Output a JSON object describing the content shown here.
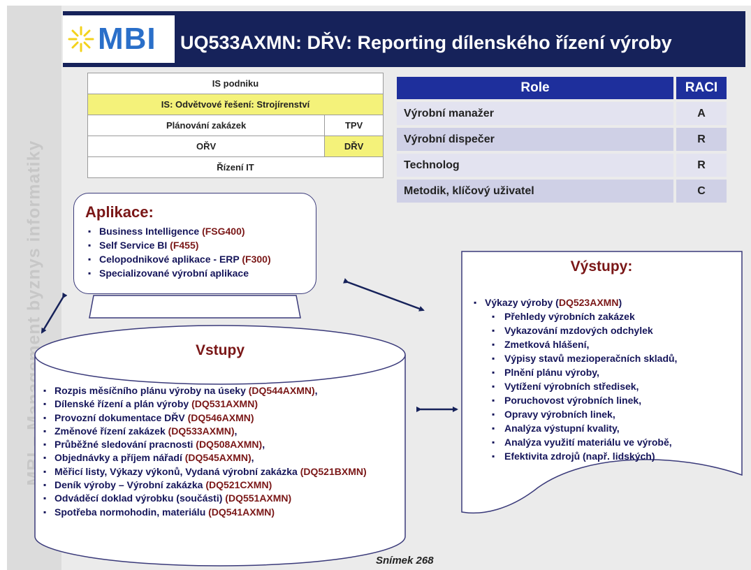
{
  "side_text": "MBI – Management byznys informatiky",
  "header": {
    "logo_text": "MBI",
    "title": "UQ533AXMN: DŘV: Reporting dílenského řízení výroby"
  },
  "is_grid": {
    "row1": "IS podniku",
    "row2": "IS: Odvětvové řešení: Strojírenství",
    "row3": [
      "Plánování zakázek",
      "TPV"
    ],
    "row4": [
      "OŘV",
      "DŘV"
    ],
    "row5": "Řízení IT"
  },
  "raci": {
    "headers": [
      "Role",
      "RACI"
    ],
    "rows": [
      {
        "role": "Výrobní manažer",
        "code": "A"
      },
      {
        "role": "Výrobní dispečer",
        "code": "R"
      },
      {
        "role": "Technolog",
        "code": "R"
      },
      {
        "role": "Metodik, klíčový uživatel",
        "code": "C"
      }
    ]
  },
  "applications": {
    "title": "Aplikace:",
    "items": [
      {
        "text": "Business Intelligence ",
        "code": "(FSG400)"
      },
      {
        "text": "Self Service BI ",
        "code": "(F455)"
      },
      {
        "text": "Celopodnikové aplikace - ERP ",
        "code": "(F300)"
      },
      {
        "text": "Specializované výrobní aplikace",
        "code": ""
      }
    ]
  },
  "outputs": {
    "title": "Výstupy:",
    "main_item": {
      "text": "Výkazy výroby (",
      "code": "DQ523AXMN",
      "tail": ")"
    },
    "sub_items": [
      "Přehledy výrobních zakázek",
      "Vykazování mzdových odchylek",
      "Zmetková hlášení,",
      "Výpisy stavů mezioperačních skladů,",
      "Plnění plánu výroby,",
      "Vytížení výrobních středisek,",
      "Poruchovost výrobních linek,",
      "Opravy výrobních linek,",
      "Analýza výstupní kvality,",
      "Analýza využití materiálu ve výrobě,",
      "Efektivita zdrojů (např. lidských)"
    ]
  },
  "inputs": {
    "title": "Vstupy",
    "items": [
      {
        "text": "Rozpis měsíčního plánu výroby na úseky ",
        "code": "(DQ544AXMN)",
        "tail": ","
      },
      {
        "text": "Dílenské řízení a plán výroby ",
        "code": "(DQ531AXMN)",
        "tail": ""
      },
      {
        "text": "Provozní dokumentace DŘV ",
        "code": "(DQ546AXMN)",
        "tail": ""
      },
      {
        "text": "Změnové řízení zakázek ",
        "code": "(DQ533AXMN)",
        "tail": ","
      },
      {
        "text": "Průběžné sledování pracnosti ",
        "code": "(DQ508AXMN)",
        "tail": ","
      },
      {
        "text": "Objednávky a příjem nářadí ",
        "code": "(DQ545AXMN)",
        "tail": ","
      },
      {
        "text": "Měřicí listy, Výkazy výkonů, Vydaná výrobní zakázka ",
        "code": "(DQ521BXMN)",
        "tail": ""
      },
      {
        "text": "Deník výroby – Výrobní zakázka ",
        "code": "(DQ521CXMN)",
        "tail": ""
      },
      {
        "text": "Odváděcí doklad výrobku (součásti) ",
        "code": "(DQ551AXMN)",
        "tail": ""
      },
      {
        "text": "Spotřeba normohodin, materiálu ",
        "code": "(DQ541AXMN)",
        "tail": ""
      }
    ]
  },
  "slide_number": "Snímek 268",
  "colors": {
    "header_bg": "#16225a",
    "accent_red": "#7a1717",
    "text_navy": "#15155a",
    "highlight_yellow": "#f4f27a",
    "raci_header": "#1e2f9c"
  }
}
